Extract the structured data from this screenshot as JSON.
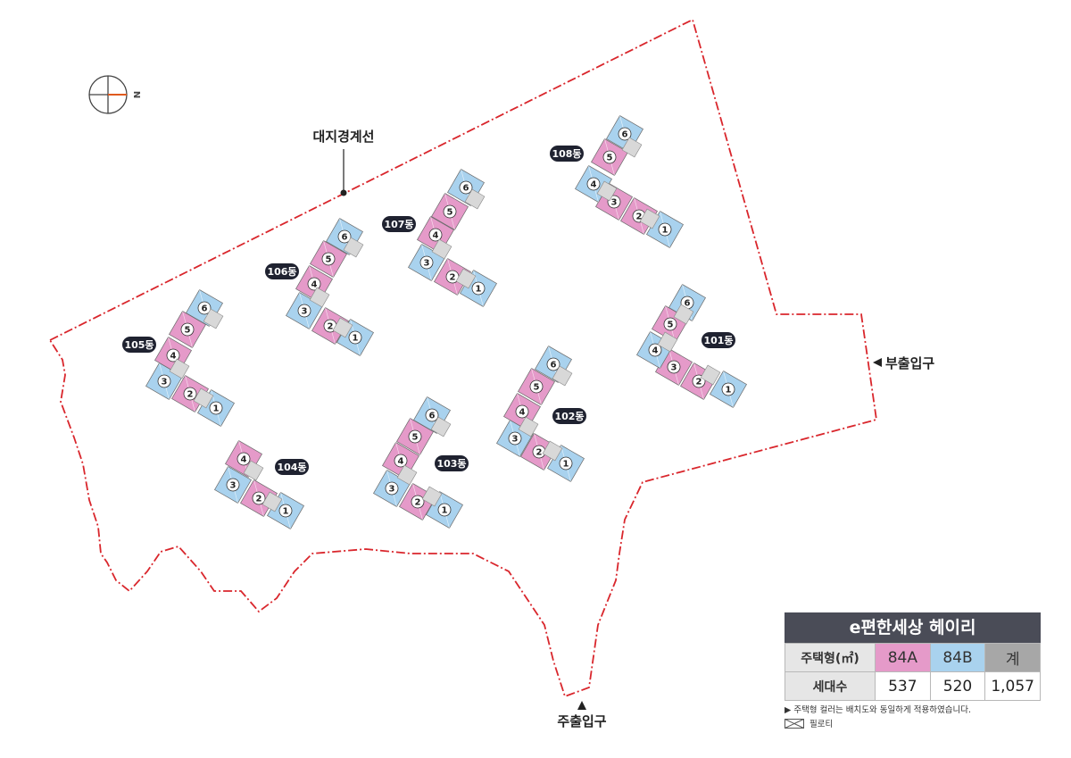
{
  "compass": {
    "label": "N",
    "icon": "compass-icon"
  },
  "annotations": {
    "boundary_label": "대지경계선",
    "side_entrance": "부출입구",
    "main_entrance": "주출입구"
  },
  "buildings": [
    {
      "label": "101동",
      "units": [
        "1",
        "2",
        "3",
        "4",
        "5",
        "6"
      ]
    },
    {
      "label": "102동",
      "units": [
        "1",
        "2",
        "3",
        "4",
        "5",
        "6"
      ]
    },
    {
      "label": "103동",
      "units": [
        "1",
        "2",
        "3",
        "4",
        "5",
        "6"
      ]
    },
    {
      "label": "104동",
      "units": [
        "1",
        "2",
        "3",
        "4"
      ]
    },
    {
      "label": "105동",
      "units": [
        "1",
        "2",
        "3",
        "4",
        "5",
        "6"
      ]
    },
    {
      "label": "106동",
      "units": [
        "1",
        "2",
        "3",
        "4",
        "5",
        "6"
      ]
    },
    {
      "label": "107동",
      "units": [
        "1",
        "2",
        "3",
        "4",
        "5",
        "6"
      ]
    },
    {
      "label": "108동",
      "units": [
        "1",
        "2",
        "3",
        "4",
        "5",
        "6"
      ]
    }
  ],
  "summary": {
    "title": "e편한세상 헤이리",
    "row1_header": "주택형(㎡)",
    "type_a": "84A",
    "type_b": "84B",
    "total_label": "계",
    "row2_header": "세대수",
    "count_a": "537",
    "count_b": "520",
    "count_total": "1,057"
  },
  "note": "▶ 주택형 컬러는 배치도와 동일하게 적용하였습니다.",
  "legend": {
    "piloti": "필로티"
  },
  "colors": {
    "type_84A": "#e59ac9",
    "type_84B": "#a9d2ee",
    "core": "#d8d8d8",
    "boundary": "#d9262c",
    "label_bg": "#1f2230"
  }
}
